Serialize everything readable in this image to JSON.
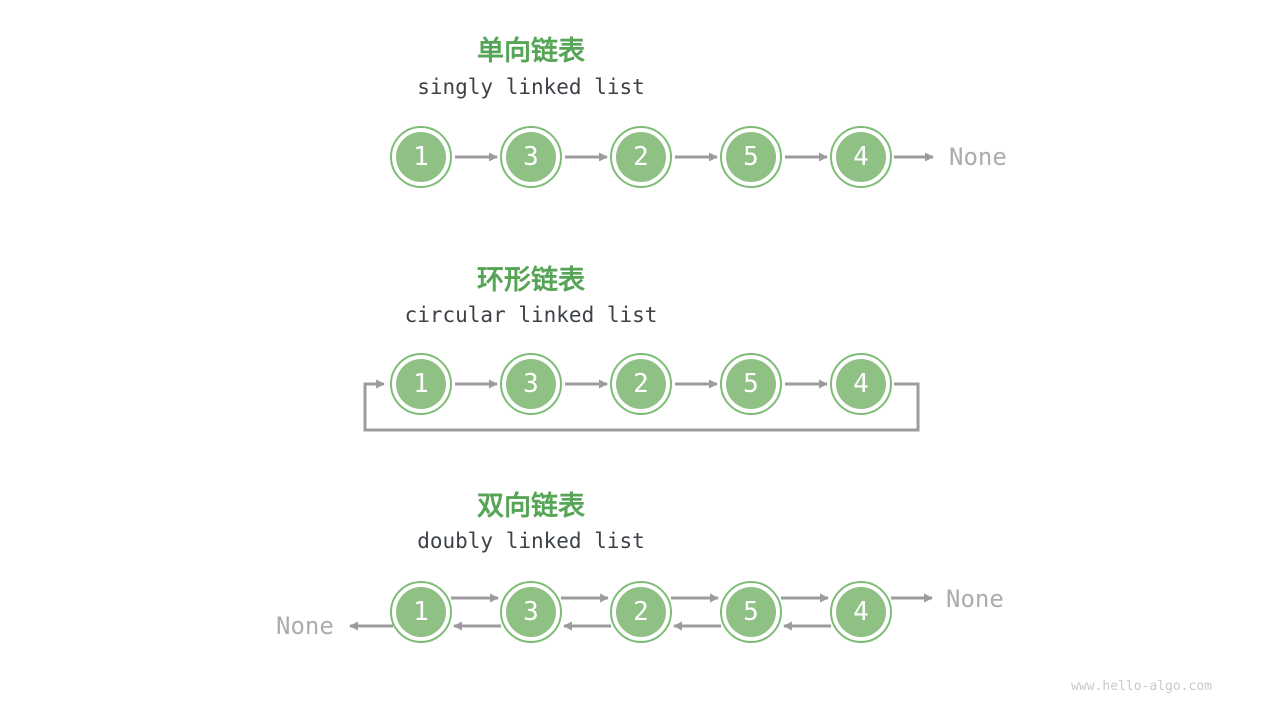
{
  "page": {
    "watermark": "www.hello-algo.com"
  },
  "colors": {
    "page_bg": "#ffffff",
    "title_green": "#56A456",
    "node_fill": "#8FC184",
    "node_ring": "#7FBC77",
    "node_text": "#ffffff",
    "subtitle_text": "#3D4248",
    "arrow_gray": "#9C9C9C",
    "none_gray": "#ACACAC",
    "watermark_gray": "#C9C9C9"
  },
  "sections": [
    {
      "id": "singly",
      "title": "单向链表",
      "subtitle": "singly linked list",
      "nodes": [
        "1",
        "3",
        "2",
        "5",
        "4"
      ],
      "tail_label": "None"
    },
    {
      "id": "circular",
      "title": "环形链表",
      "subtitle": "circular linked list",
      "nodes": [
        "1",
        "3",
        "2",
        "5",
        "4"
      ]
    },
    {
      "id": "doubly",
      "title": "双向链表",
      "subtitle": "doubly linked list",
      "nodes": [
        "1",
        "3",
        "2",
        "5",
        "4"
      ],
      "head_label": "None",
      "tail_label": "None"
    }
  ]
}
